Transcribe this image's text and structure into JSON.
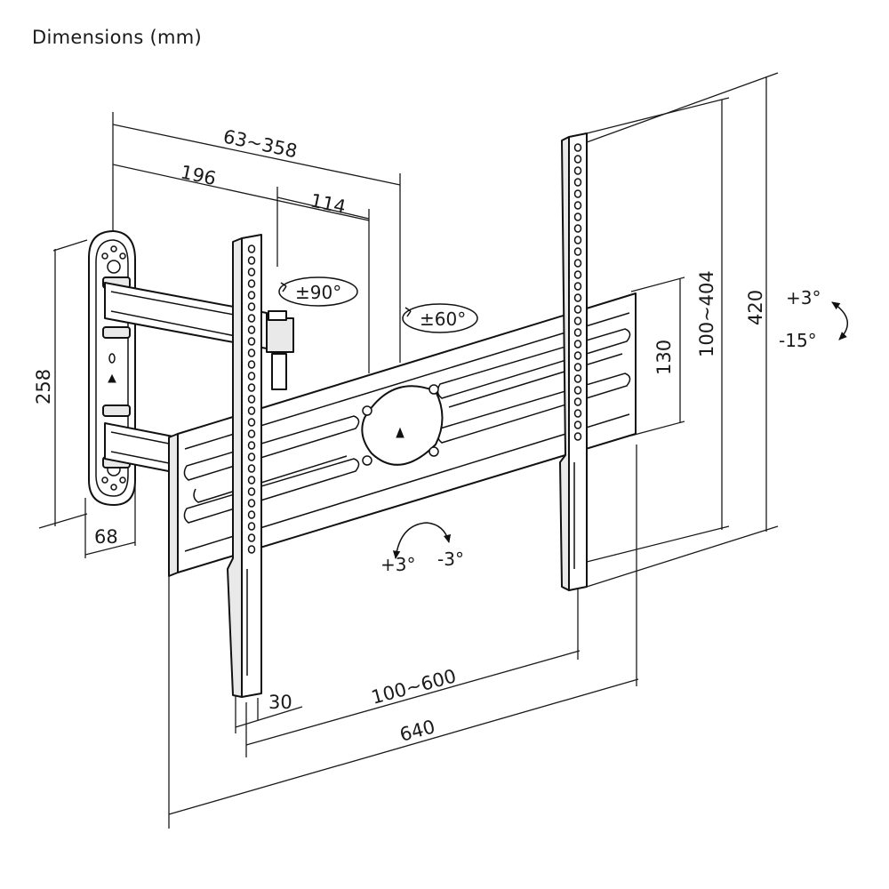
{
  "title": "Dimensions (mm)",
  "dimensions": {
    "reach": "63~358",
    "arm_depth": "196",
    "arm_joint": "114",
    "wall_plate_height": "258",
    "wall_plate_width": "68",
    "rail_spacing": "130",
    "vesa_vertical": "100~404",
    "bracket_height": "420",
    "arm_width": "30",
    "vesa_horizontal": "100~600",
    "bracket_width": "640"
  },
  "rotations": {
    "swivel_arm": "±90°",
    "swivel_head": "±60°",
    "tilt_up": "+3°",
    "tilt_down": "-15°",
    "level_plus": "+3°",
    "level_minus": "-3°"
  }
}
